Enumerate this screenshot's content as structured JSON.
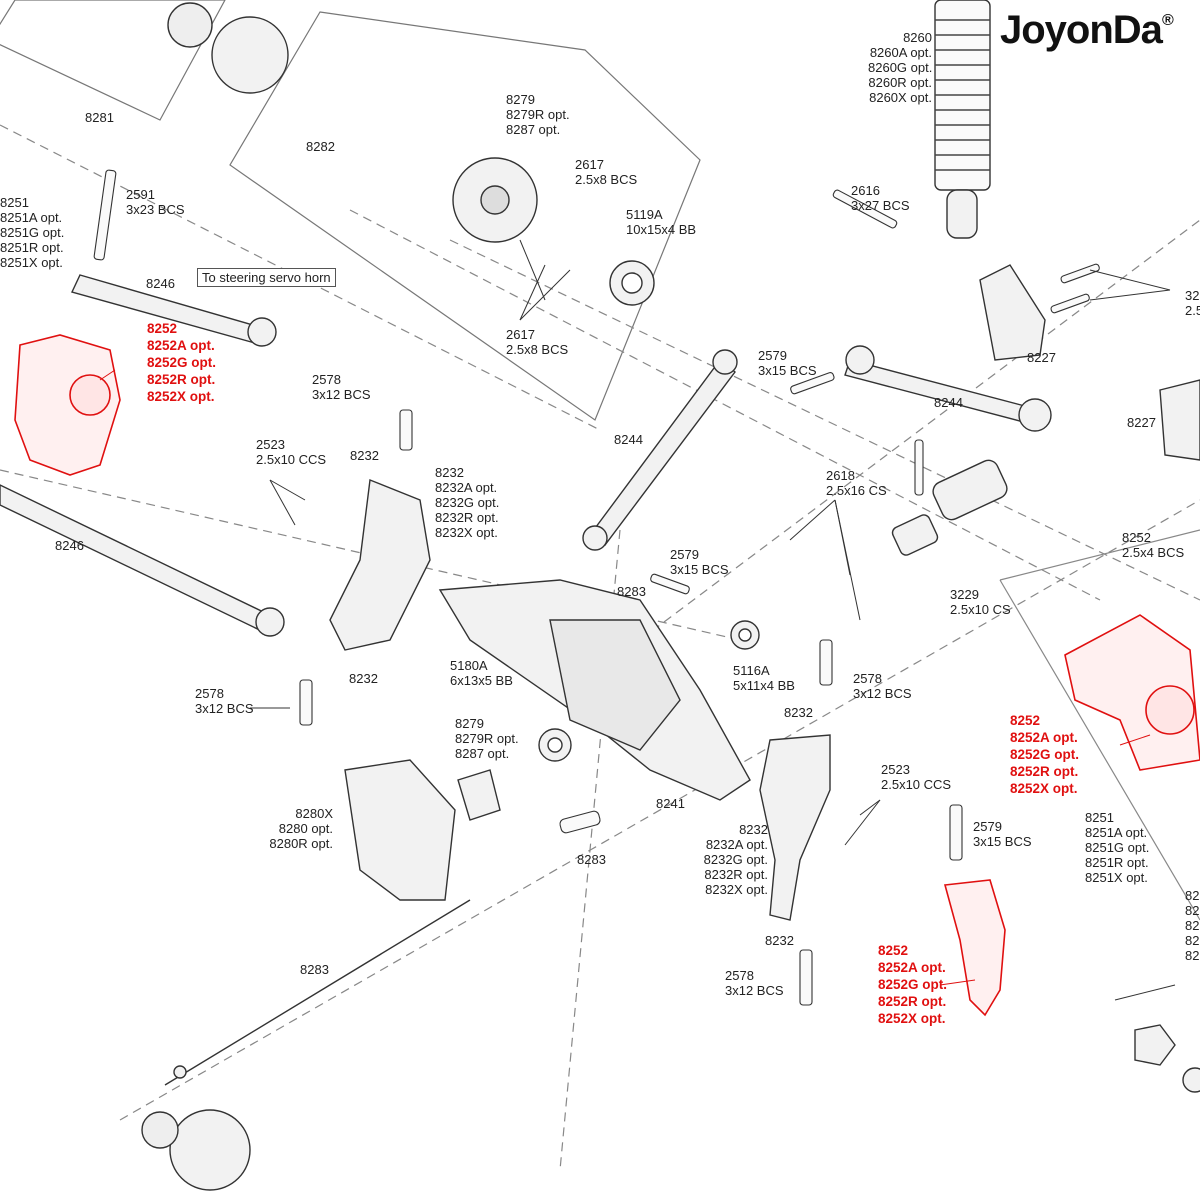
{
  "brand": {
    "name": "JoyonDa",
    "mark": "®"
  },
  "note": "To steering servo horn",
  "labels": [
    "8281",
    "8282",
    "8279\n8279R opt.\n8287 opt.",
    "2617\n2.5x8 BCS",
    "5119A\n10x15x4 BB",
    "2617\n2.5x8 BCS",
    "8260\n8260A opt.\n8260G opt.\n8260R opt.\n8260X opt.",
    "8251\n8251A opt.\n8251G opt.\n8251R opt.\n8251X opt.",
    "2591\n3x23 BCS",
    "8246",
    "2616\n3x27 BCS",
    "8227",
    "32\n2.5",
    "2578\n3x12 BCS",
    "2579\n3x15 BCS",
    "8244",
    "8244",
    "8227",
    "2523\n2.5x10 CCS",
    "8232",
    "8232\n8232A opt.\n8232G opt.\n8232R opt.\n8232X opt.",
    "8246",
    "2618\n2.5x16 CS",
    "2579\n3x15 BCS",
    "8283",
    "8252\n2.5x4 BCS",
    "3229\n2.5x10 CS",
    "5180A\n6x13x5 BB",
    "5116A\n5x11x4 BB",
    "2578\n3x12 BCS",
    "8232",
    "2578\n3x12 BCS",
    "8232",
    "8279\n8279R opt.\n8287 opt.",
    "8241",
    "2523\n2.5x10 CCS",
    "8280X\n8280 opt.\n8280R opt.",
    "8283",
    "8232\n8232A opt.\n8232G opt.\n8232R opt.\n8232X opt.",
    "2579\n3x15 BCS",
    "8251\n8251A opt.\n8251G opt.\n8251R opt.\n8251X opt.",
    "8283",
    "8232",
    "2578\n3x12 BCS",
    "82\n82\n82\n82\n82"
  ],
  "red_labels": [
    "8252\n8252A opt.\n8252G opt.\n8252R opt.\n8252X opt.",
    "8252\n8252A opt.\n8252G opt.\n8252R opt.\n8252X opt.",
    "8252\n8252A opt.\n8252G opt.\n8252R opt.\n8252X opt."
  ],
  "colors": {
    "highlight": "#e01010",
    "line": "#333333",
    "part_fill": "#f2f2f2"
  }
}
